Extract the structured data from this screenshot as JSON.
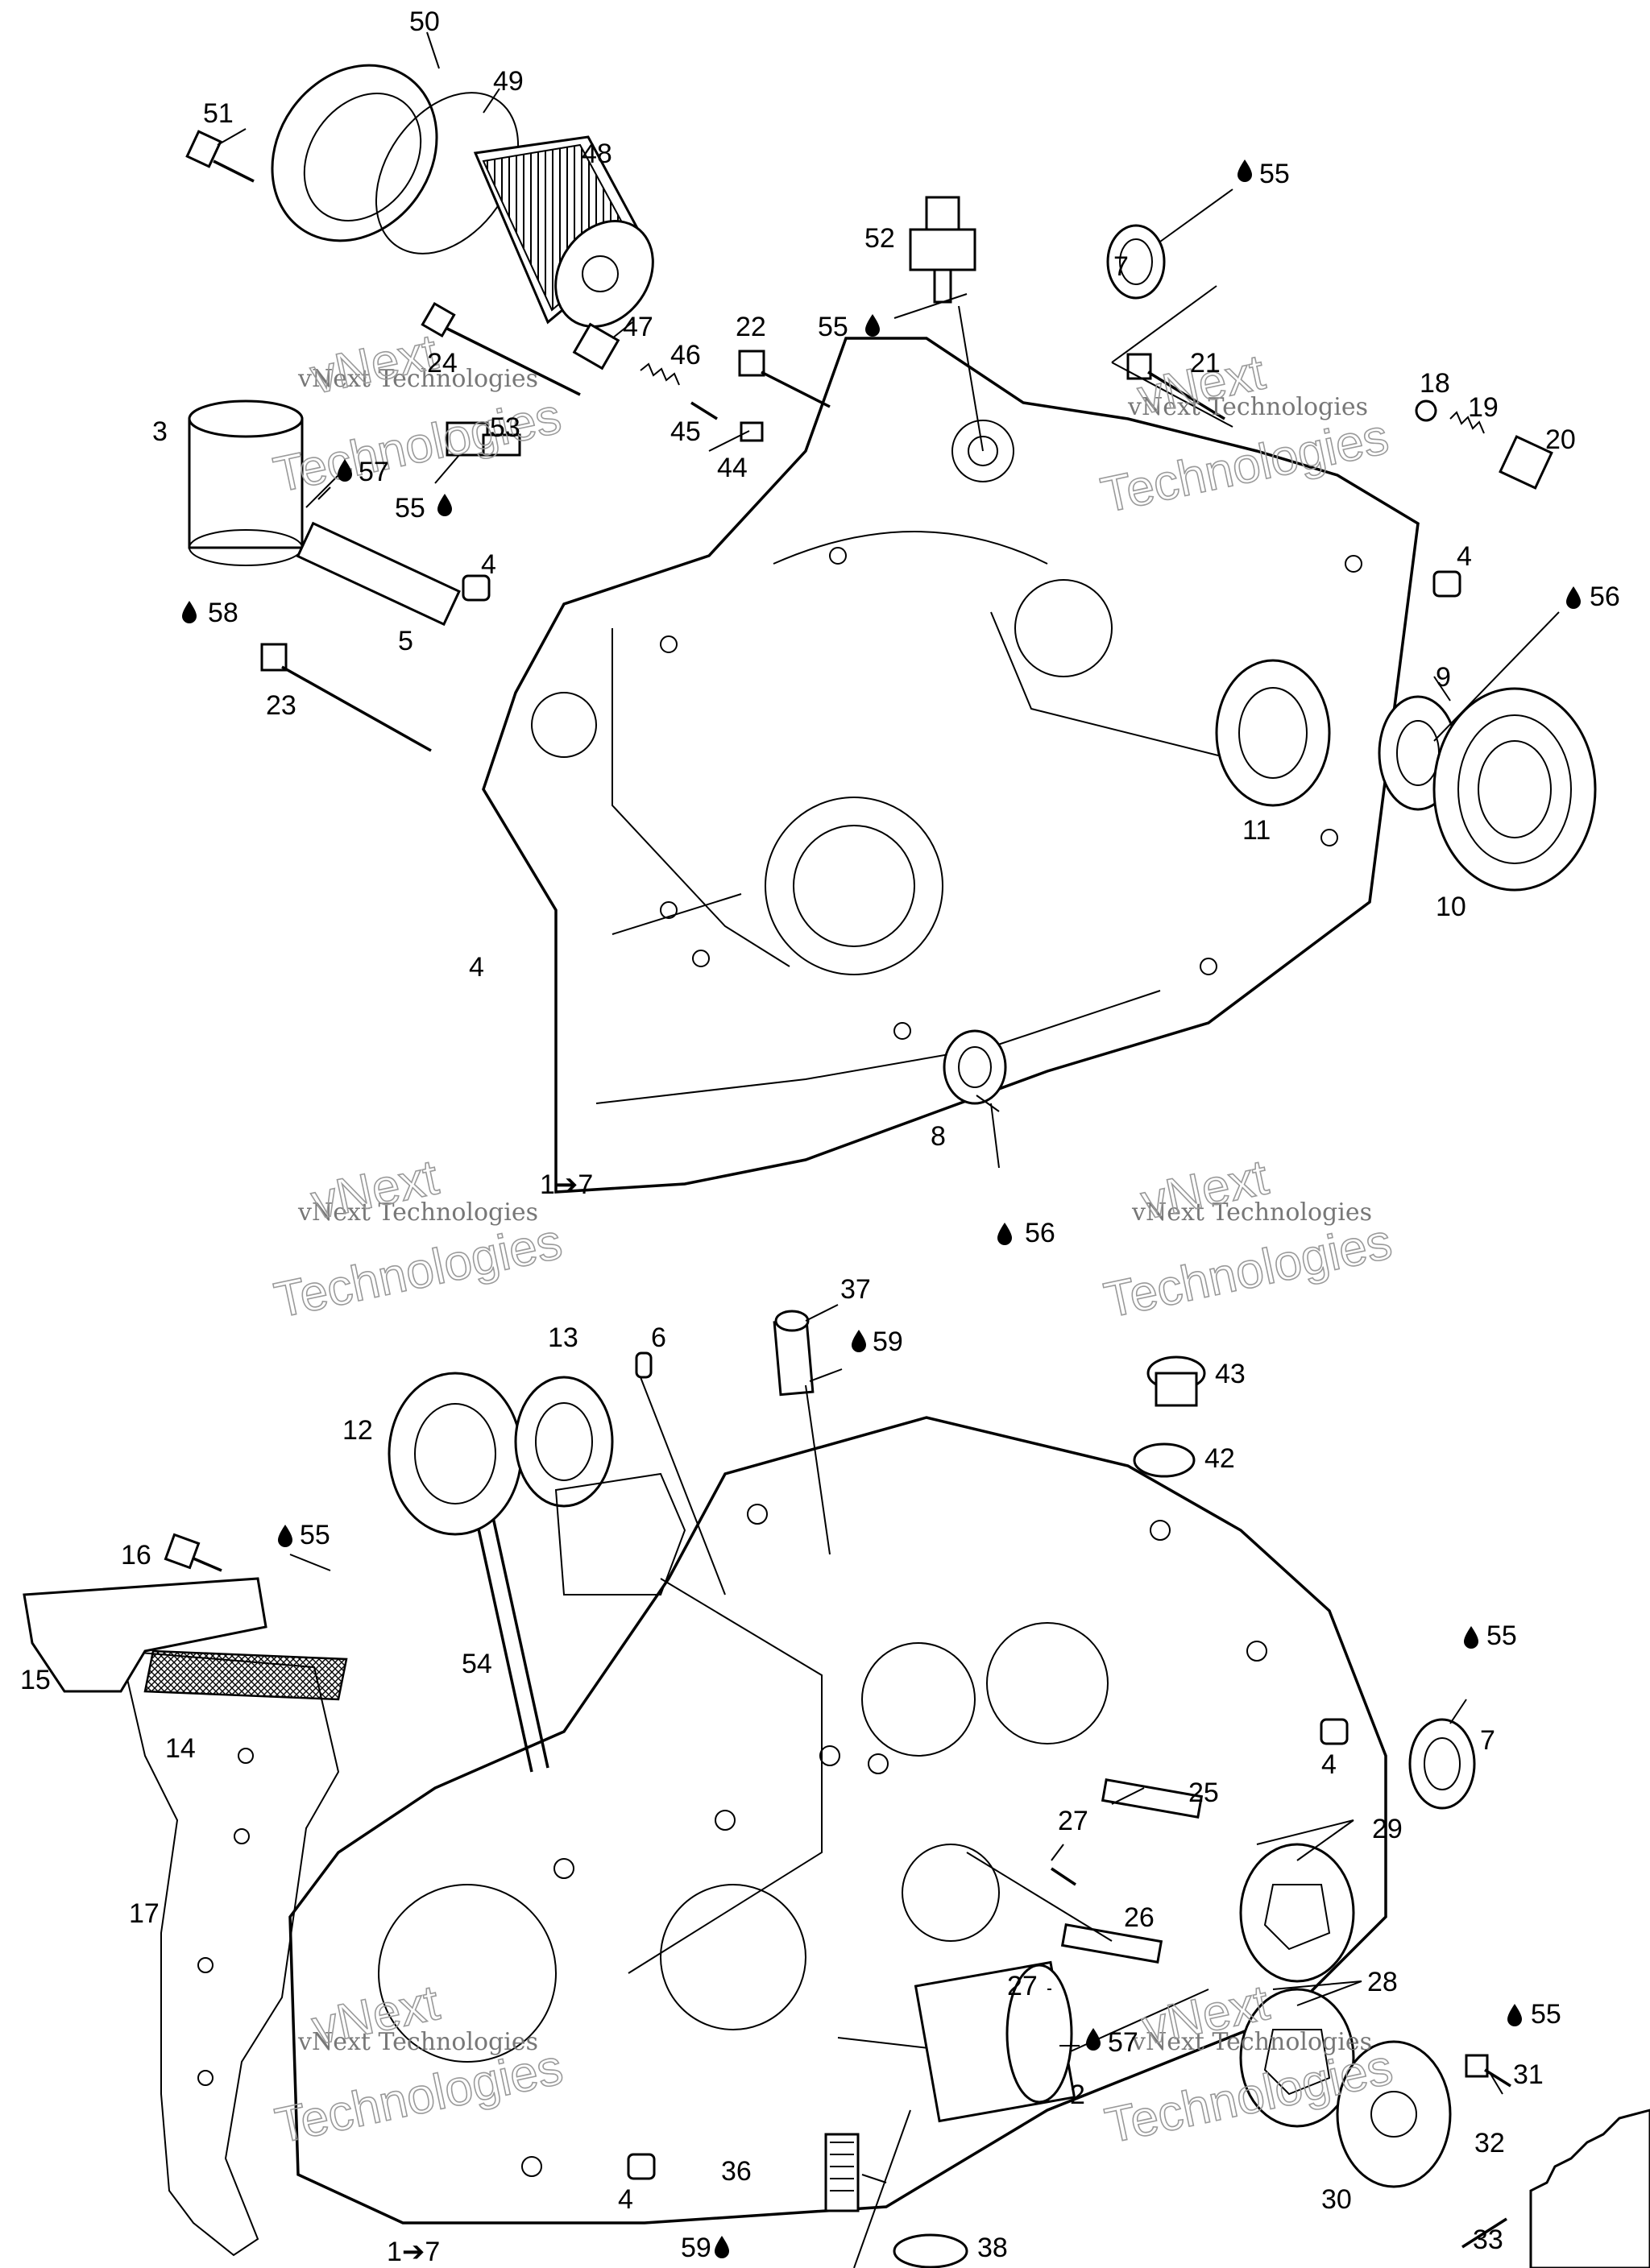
{
  "watermark": {
    "line1": "vNext Technologies",
    "line2_top": "vNext",
    "line2_bottom": "Technologies"
  },
  "legend_ref": {
    "top": "1➔7",
    "bottom": "1➔7"
  },
  "labels_top": [
    {
      "id": "p50",
      "text": "50"
    },
    {
      "id": "p49",
      "text": "49"
    },
    {
      "id": "p51",
      "text": "51"
    },
    {
      "id": "p48",
      "text": "48"
    },
    {
      "id": "p55a",
      "text": "55"
    },
    {
      "id": "p52",
      "text": "52"
    },
    {
      "id": "p7a",
      "text": "7"
    },
    {
      "id": "p55b",
      "text": "55"
    },
    {
      "id": "p47",
      "text": "47"
    },
    {
      "id": "p22",
      "text": "22"
    },
    {
      "id": "p46",
      "text": "46"
    },
    {
      "id": "p24",
      "text": "24"
    },
    {
      "id": "p21",
      "text": "21"
    },
    {
      "id": "p18",
      "text": "18"
    },
    {
      "id": "p19",
      "text": "19"
    },
    {
      "id": "p20",
      "text": "20"
    },
    {
      "id": "p3",
      "text": "3"
    },
    {
      "id": "p53",
      "text": "53"
    },
    {
      "id": "p57a",
      "text": "57"
    },
    {
      "id": "p45",
      "text": "45"
    },
    {
      "id": "p55c",
      "text": "55"
    },
    {
      "id": "p44",
      "text": "44"
    },
    {
      "id": "p4a",
      "text": "4"
    },
    {
      "id": "p4b",
      "text": "4"
    },
    {
      "id": "p58",
      "text": "58"
    },
    {
      "id": "p56a",
      "text": "56"
    },
    {
      "id": "p5",
      "text": "5"
    },
    {
      "id": "p9",
      "text": "9"
    },
    {
      "id": "p23",
      "text": "23"
    },
    {
      "id": "p11",
      "text": "11"
    },
    {
      "id": "p10",
      "text": "10"
    },
    {
      "id": "p4c",
      "text": "4"
    },
    {
      "id": "p8",
      "text": "8"
    },
    {
      "id": "p56b",
      "text": "56"
    }
  ],
  "labels_bottom": [
    {
      "id": "q37",
      "text": "37"
    },
    {
      "id": "q13",
      "text": "13"
    },
    {
      "id": "q6",
      "text": "6"
    },
    {
      "id": "q59a",
      "text": "59"
    },
    {
      "id": "q43",
      "text": "43"
    },
    {
      "id": "q12",
      "text": "12"
    },
    {
      "id": "q42",
      "text": "42"
    },
    {
      "id": "q16",
      "text": "16"
    },
    {
      "id": "q55a",
      "text": "55"
    },
    {
      "id": "q55b",
      "text": "55"
    },
    {
      "id": "q15",
      "text": "15"
    },
    {
      "id": "q54",
      "text": "54"
    },
    {
      "id": "q7",
      "text": "7"
    },
    {
      "id": "q14",
      "text": "14"
    },
    {
      "id": "q4a",
      "text": "4"
    },
    {
      "id": "q25",
      "text": "25"
    },
    {
      "id": "q27a",
      "text": "27"
    },
    {
      "id": "q29",
      "text": "29"
    },
    {
      "id": "q17",
      "text": "17"
    },
    {
      "id": "q26",
      "text": "26"
    },
    {
      "id": "q28",
      "text": "28"
    },
    {
      "id": "q27b",
      "text": "27"
    },
    {
      "id": "q55c",
      "text": "55"
    },
    {
      "id": "q57",
      "text": "57"
    },
    {
      "id": "q31",
      "text": "31"
    },
    {
      "id": "q2",
      "text": "2"
    },
    {
      "id": "q32",
      "text": "32"
    },
    {
      "id": "q36",
      "text": "36"
    },
    {
      "id": "q30",
      "text": "30"
    },
    {
      "id": "q4b",
      "text": "4"
    },
    {
      "id": "q33",
      "text": "33"
    },
    {
      "id": "q59b",
      "text": "59"
    },
    {
      "id": "q38",
      "text": "38"
    }
  ]
}
